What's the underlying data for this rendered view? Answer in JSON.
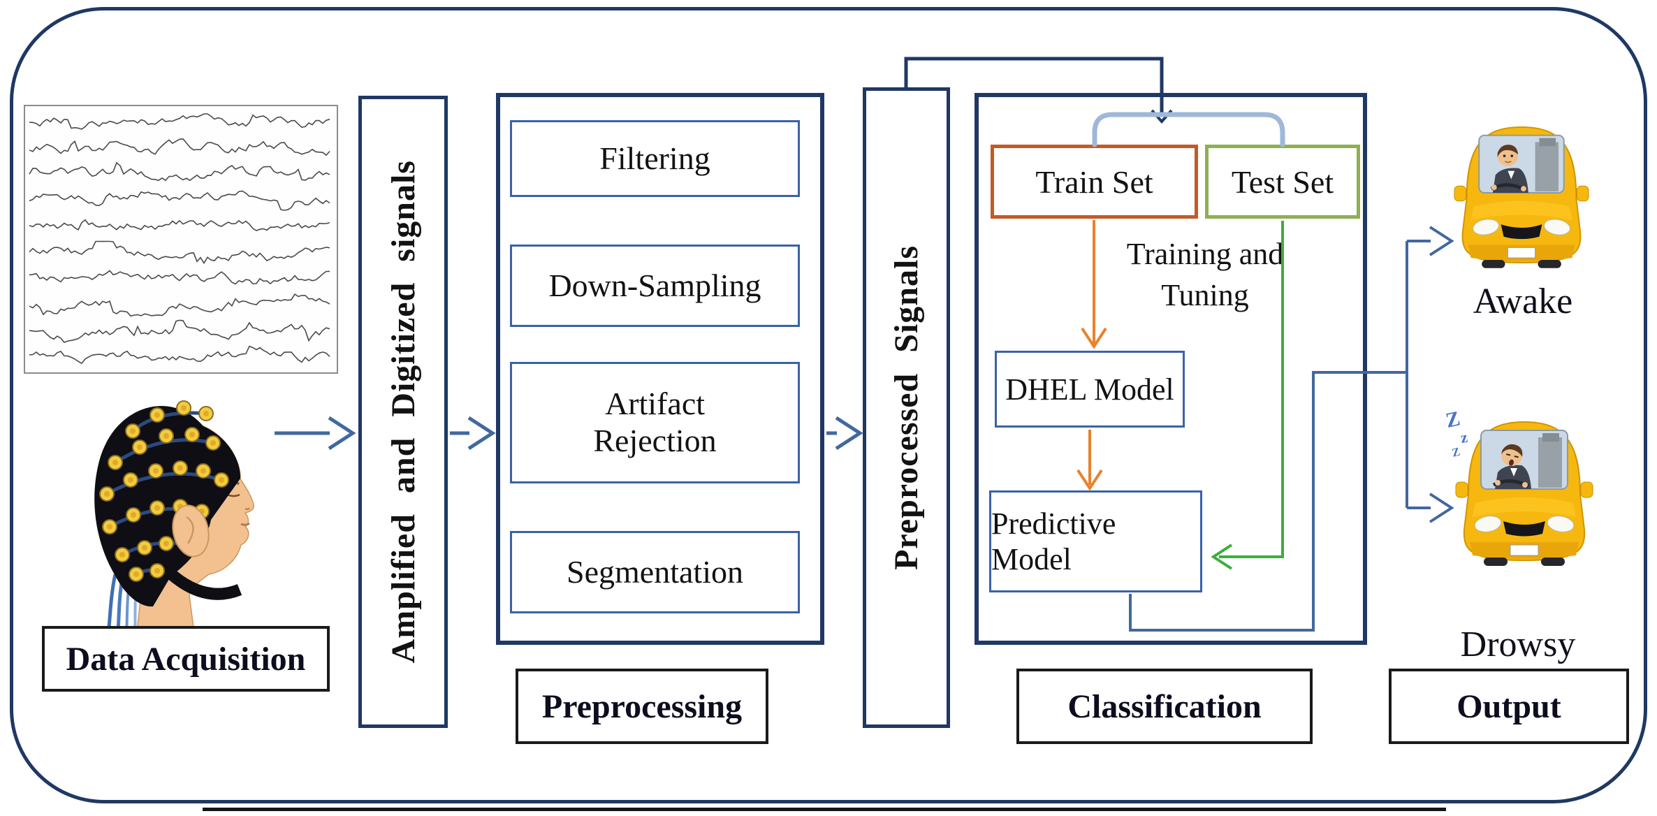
{
  "labels": {
    "data_acquisition": "Data Acquisition",
    "amplified_digitized": "Amplified  and Digitized signals",
    "preprocessing": "Preprocessing",
    "preprocessed_signals": "Preprocessed Signals",
    "classification": "Classification",
    "output": "Output"
  },
  "preprocessing_steps": [
    "Filtering",
    "Down-Sampling",
    "Artifact Rejection",
    "Segmentation"
  ],
  "classification": {
    "train_set": "Train Set",
    "test_set": "Test Set",
    "training_line1": "Training and",
    "training_line2": "Tuning",
    "dhel_model": "DHEL Model",
    "predictive_model": "Predictive Model"
  },
  "outputs": {
    "awake": "Awake",
    "drowsy": "Drowsy",
    "drowsy_zzz": "Z z Z"
  },
  "icons": {
    "eeg_traces": "eeg-signal-traces",
    "eeg_cap_head": "head-with-eeg-cap",
    "awake_car": "car-with-awake-driver",
    "drowsy_car": "car-with-drowsy-driver"
  },
  "colors": {
    "frame_navy": "#1F3864",
    "box_blue": "#3A62A7",
    "arrow_blue": "#41689F",
    "bracket_blue": "#9FB8D8",
    "train_orange": "#C45A26",
    "test_green": "#8FAF54",
    "arrow_orange": "#E8822D",
    "line_green": "#3CAE3C",
    "label_border": "#1A1A1A",
    "text_dark": "#121212",
    "car_yellow": "#F6B80F",
    "skin": "#F2C18F",
    "cap_black": "#0E0E14",
    "electrode_yellow": "#F2CC3E",
    "wire_blue": "#2B4A80",
    "eeg_gray": "#4A4A4A"
  }
}
